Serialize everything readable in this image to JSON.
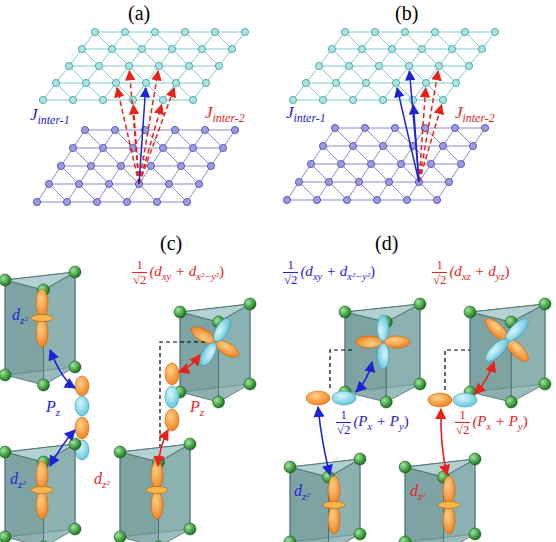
{
  "diagram": {
    "labels": [
      "(a)",
      "J",
      "inter-1",
      "J",
      "inter-2",
      "(b)",
      "J",
      "inter-1",
      "J",
      "inter-2",
      "(c)",
      "d",
      "z²",
      "P",
      "z",
      "d",
      "z²",
      "1",
      "√2",
      "(d",
      "xy",
      "+ d",
      "x²−y²",
      ")",
      "P",
      "z",
      "d",
      "z²",
      "(d)",
      "1",
      "√2",
      "(d",
      "xy",
      "+ d",
      "x²−y²",
      ")",
      "1",
      "√2",
      "(d",
      "xz",
      "+ d",
      "yz",
      ")",
      "1",
      "√2",
      "(P",
      "x",
      "+ P",
      "y",
      ")",
      "1",
      "√2",
      "(P",
      "x",
      "+ P",
      "y",
      ")",
      "d",
      "z²",
      "d",
      "z²"
    ]
  }
}
